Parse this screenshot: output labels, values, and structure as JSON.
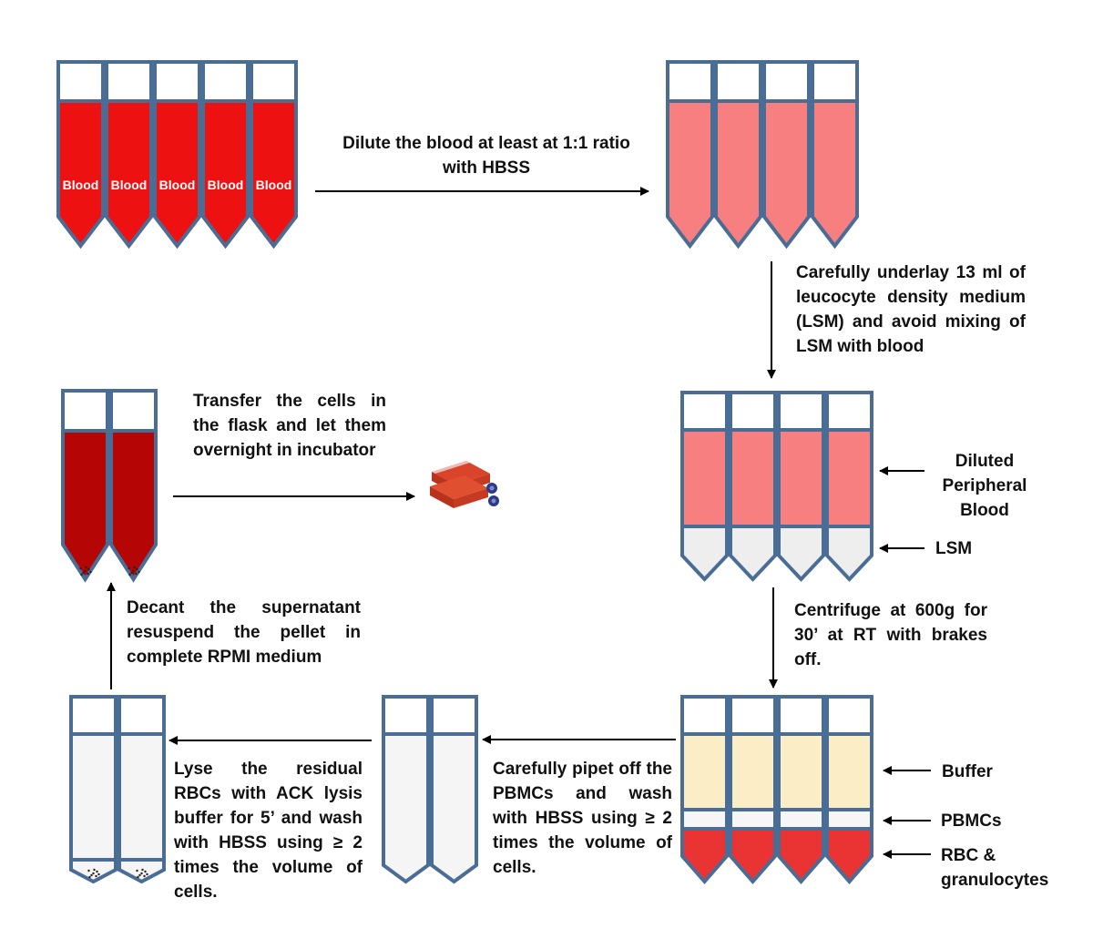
{
  "colors": {
    "tube_outline": "#4a6d96",
    "blood": "#ee1111",
    "diluted_blood": "#f77f7f",
    "lsm": "#eeeeee",
    "buffer": "#fbeec7",
    "pbmc": "#f6f6f6",
    "rbc": "#ea3333",
    "dark_blood": "#b50505",
    "empty_tube": "#f5f5f5",
    "cap": "#ffffff"
  },
  "tube_labels": {
    "blood": "Blood"
  },
  "steps": {
    "dilute": "Dilute the blood at least at 1:1 ratio with HBSS",
    "underlay": "Carefully underlay 13 ml of leucocyte density medium (LSM) and avoid mixing of LSM with blood",
    "centrifuge": "Centrifuge at 600g for 30’ at RT with brakes off.",
    "pipet": "Carefully pipet off the PBMCs and wash with HBSS using ≥ 2 times the volume of cells.",
    "lyse": "Lyse the residual RBCs with ACK lysis buffer for 5’ and wash with HBSS using ≥ 2 times the volume of cells.",
    "decant": "Decant the supernatant resuspend the pellet in complete RPMI medium",
    "transfer": "Transfer the cells in the flask and let them overnight in incubator"
  },
  "layer_labels": {
    "diluted_peripheral_blood": "Diluted Peripheral Blood",
    "lsm": "LSM",
    "buffer": "Buffer",
    "pbmcs": "PBMCs",
    "rbc_granulocytes": "RBC & granulocytes"
  },
  "icons": {
    "flask": "culture-flask-stack-icon"
  }
}
